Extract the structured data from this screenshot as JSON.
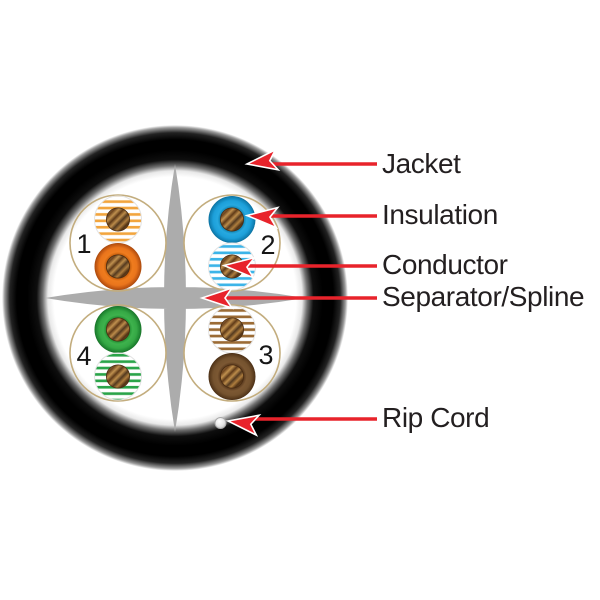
{
  "diagram": {
    "type": "cable-cross-section",
    "subject": "UTP 4-pair cable cutaway with spline",
    "labels": {
      "jacket": "Jacket",
      "insulation": "Insulation",
      "conductor": "Conductor",
      "separator": "Separator/Spline",
      "rip_cord": "Rip Cord"
    },
    "pairs": [
      {
        "number": "1",
        "position": "top-left",
        "wires": [
          "white/orange stripe",
          "orange solid"
        ]
      },
      {
        "number": "2",
        "position": "top-right",
        "wires": [
          "blue solid",
          "white/blue stripe"
        ]
      },
      {
        "number": "3",
        "position": "bottom-right",
        "wires": [
          "white/brown stripe",
          "brown solid"
        ]
      },
      {
        "number": "4",
        "position": "bottom-left",
        "wires": [
          "green solid",
          "white/green stripe"
        ]
      }
    ],
    "colors": {
      "background": "#ffffff",
      "jacket": "#000000",
      "spline": "#acacac",
      "arrow_red": "#e8232b",
      "pair_outline": "#c3ad7e",
      "orange": "#ee7c1e",
      "orange_stripe": "#f2a53e",
      "blue": "#27a9e0",
      "blue_stripe": "#3cb4e8",
      "green": "#3eb24d",
      "green_stripe": "#2aa449",
      "brown": "#7c5833",
      "brown_stripe": "#9b6b35",
      "copper": "#b07e3e",
      "rip_cord": "#d9d9d9",
      "label_text": "#231f20"
    }
  }
}
